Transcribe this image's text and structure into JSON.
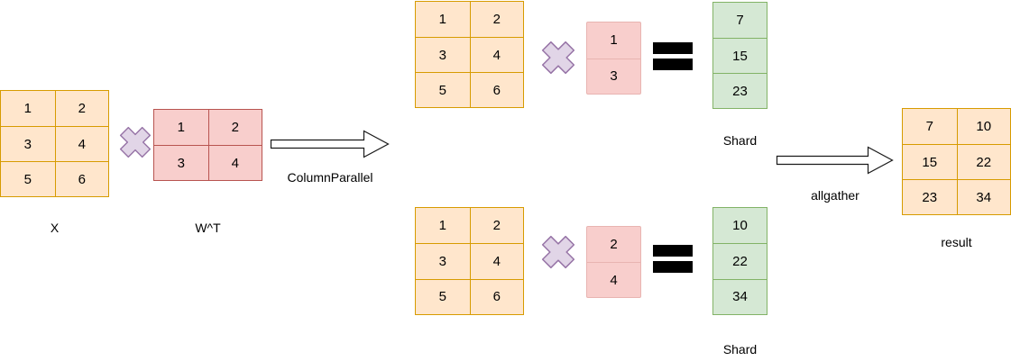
{
  "diagram": {
    "description": "Column-parallel matrix multiplication with allgather",
    "colors": {
      "orange_fill": "#ffe6cc",
      "orange_border": "#d79b00",
      "red_fill": "#f8cecc",
      "red_border": "#b85450",
      "pink_fill": "#f8cecc",
      "pink_border": "#e8b4b1",
      "green_fill": "#d5e8d4",
      "green_border": "#82b366",
      "purple_fill": "#e1d5e7",
      "purple_border": "#9673a6"
    },
    "input_stage": {
      "x_matrix": {
        "name": "X",
        "cells": [
          [
            "1",
            "2"
          ],
          [
            "3",
            "4"
          ],
          [
            "5",
            "6"
          ]
        ]
      },
      "multiply_symbol": "×",
      "w_matrix": {
        "name": "W^T",
        "cells": [
          [
            "1",
            "2"
          ],
          [
            "3",
            "4"
          ]
        ]
      },
      "arrow_label": "ColumnParallel"
    },
    "shards": [
      {
        "label": "Shard",
        "x_matrix": [
          [
            "1",
            "2"
          ],
          [
            "3",
            "4"
          ],
          [
            "5",
            "6"
          ]
        ],
        "w_column": [
          "1",
          "3"
        ],
        "out_column": [
          "7",
          "15",
          "23"
        ]
      },
      {
        "label": "Shard",
        "x_matrix": [
          [
            "1",
            "2"
          ],
          [
            "3",
            "4"
          ],
          [
            "5",
            "6"
          ]
        ],
        "w_column": [
          "2",
          "4"
        ],
        "out_column": [
          "10",
          "22",
          "34"
        ]
      }
    ],
    "gather_stage": {
      "arrow_label": "allgather",
      "result_matrix": {
        "name": "result",
        "cells": [
          [
            "7",
            "10"
          ],
          [
            "15",
            "22"
          ],
          [
            "23",
            "34"
          ]
        ]
      }
    }
  }
}
